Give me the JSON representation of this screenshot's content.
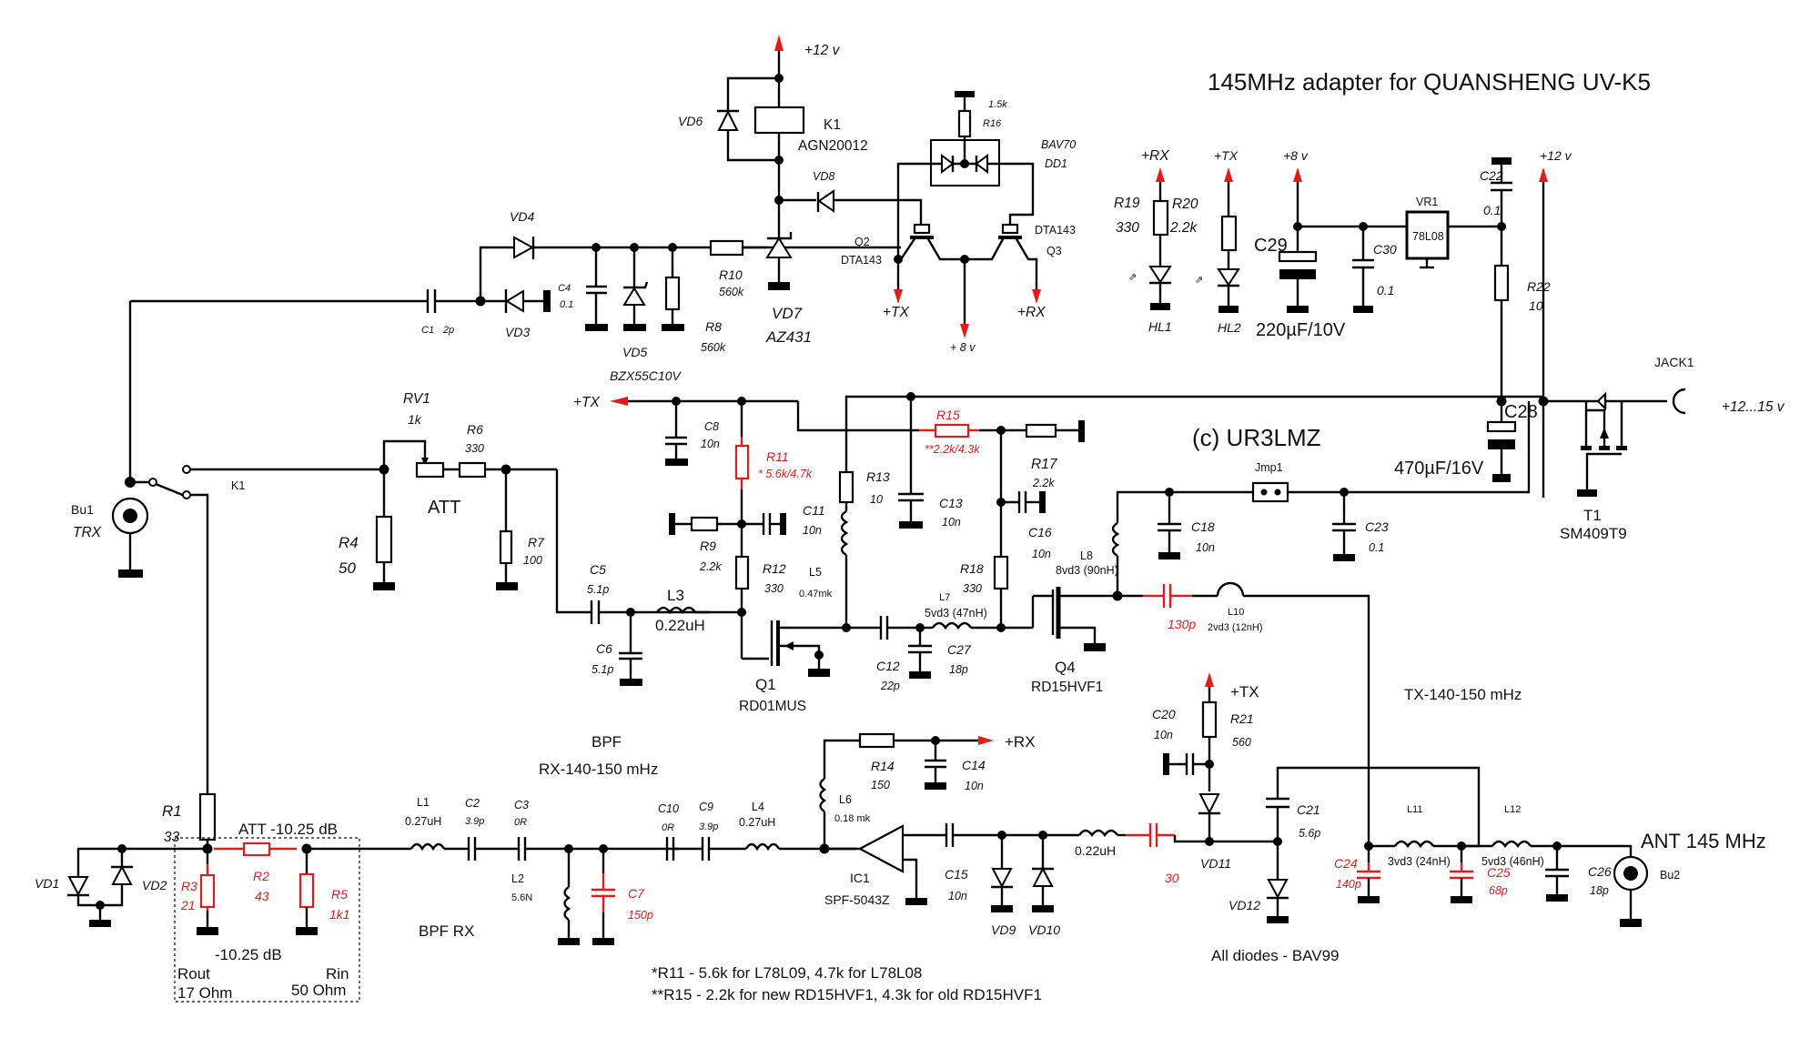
{
  "title": "145MHz adapter for QUANSHENG UV-K5",
  "author": "(c) UR3LMZ",
  "rails": {
    "v12_top": "+12 v",
    "v12_right": "+12 v",
    "v8_reg": "+8 v",
    "v8_switch": "+ 8 v",
    "tx": "+TX",
    "rx": "+RX",
    "jack_supply": "+12...15 v"
  },
  "sections": {
    "att": "ATT",
    "bpf": "BPF",
    "rx_band": "RX-140-150 mHz",
    "bpf_rx": "BPF RX",
    "tx_band": "TX-140-150 mHz",
    "ant": "ANT 145 MHz",
    "att_box_title": "ATT -10.25 dB",
    "att_box_db": "-10.25 dB",
    "rout": "Rout",
    "rout_val": "17 Ohm",
    "rin": "Rin",
    "rin_val": "50 Ohm",
    "diodes_note": "All diodes - BAV99"
  },
  "notes": [
    "*R11 - 5.6k for L78L09, 4.7k for L78L08",
    "**R15 - 2.2k for new RD15HVF1, 4.3k for old RD15HVF1"
  ],
  "components": {
    "K1": {
      "ref": "K1",
      "value": "AGN20012",
      "contact_ref": "K1"
    },
    "VD6": {
      "ref": "VD6"
    },
    "VD8": {
      "ref": "VD8"
    },
    "VD7": {
      "ref": "VD7",
      "value": "AZ431"
    },
    "VD4": {
      "ref": "VD4"
    },
    "VD3": {
      "ref": "VD3"
    },
    "VD5": {
      "ref": "VD5",
      "value": "BZX55C10V"
    },
    "C1": {
      "ref": "C1",
      "value": "2p"
    },
    "C4": {
      "ref": "C4",
      "value": "0.1"
    },
    "R8": {
      "ref": "R8",
      "value": "560k"
    },
    "R10": {
      "ref": "R10",
      "value": "560k"
    },
    "R16": {
      "ref": "R16",
      "value": "1.5k"
    },
    "DD1": {
      "ref": "DD1",
      "value": "BAV70"
    },
    "Q2": {
      "ref": "Q2",
      "value": "DTA143"
    },
    "Q3": {
      "ref": "Q3",
      "value": "DTA143"
    },
    "R19": {
      "ref": "R19",
      "value": "330"
    },
    "R20": {
      "ref": "R20",
      "value": "2.2k"
    },
    "HL1": {
      "ref": "HL1"
    },
    "HL2": {
      "ref": "HL2"
    },
    "C29": {
      "ref": "C29",
      "value": "220µF/10V"
    },
    "C30": {
      "ref": "C30",
      "value": "0.1"
    },
    "VR1": {
      "ref": "VR1",
      "value": "78L08"
    },
    "C22": {
      "ref": "C22",
      "value": "0.1"
    },
    "R22": {
      "ref": "R22",
      "value": "10"
    },
    "C28": {
      "ref": "C28",
      "value": "470µF/16V"
    },
    "JACK1": {
      "ref": "JACK1"
    },
    "T1": {
      "ref": "T1",
      "value": "SM409T9"
    },
    "Bu1": {
      "ref": "Bu1",
      "value": "TRX"
    },
    "RV1": {
      "ref": "RV1",
      "value": "1k"
    },
    "R6": {
      "ref": "R6",
      "value": "330"
    },
    "R4": {
      "ref": "R4",
      "value": "50"
    },
    "R7": {
      "ref": "R7",
      "value": "100"
    },
    "C5": {
      "ref": "C5",
      "value": "5.1p"
    },
    "C6": {
      "ref": "C6",
      "value": "5.1p"
    },
    "L3": {
      "ref": "L3",
      "value": "0.22uH"
    },
    "C8": {
      "ref": "C8",
      "value": "10n"
    },
    "R11": {
      "ref": "R11",
      "value": "* 5.6k/4.7k"
    },
    "R9": {
      "ref": "R9",
      "value": "2.2k"
    },
    "C11": {
      "ref": "C11",
      "value": "10n"
    },
    "R12": {
      "ref": "R12",
      "value": "330"
    },
    "Q1": {
      "ref": "Q1",
      "value": "RD01MUS"
    },
    "R13": {
      "ref": "R13",
      "value": "10"
    },
    "L5": {
      "ref": "L5",
      "value": "0.47mk"
    },
    "C13": {
      "ref": "C13",
      "value": "10n"
    },
    "R15": {
      "ref": "R15",
      "value": "**2.2k/4.3k"
    },
    "R17": {
      "ref": "R17",
      "value": "2.2k"
    },
    "C16": {
      "ref": "C16",
      "value": "10n"
    },
    "R18": {
      "ref": "R18",
      "value": "330"
    },
    "C12": {
      "ref": "C12",
      "value": "22p"
    },
    "C27": {
      "ref": "C27",
      "value": "18p"
    },
    "L7": {
      "ref": "L7",
      "value": "5vd3 (47nH)"
    },
    "Q4": {
      "ref": "Q4",
      "value": "RD15HVF1"
    },
    "L8": {
      "ref": "L8",
      "value": "8vd3 (90nH)"
    },
    "C18": {
      "ref": "C18",
      "value": "10n"
    },
    "Jmp1": {
      "ref": "Jmp1"
    },
    "C23": {
      "ref": "C23",
      "value": "0.1"
    },
    "C19": {
      "value": "130p"
    },
    "L10": {
      "ref": "L10",
      "value": "2vd3 (12nH)"
    },
    "R1": {
      "ref": "R1",
      "value": "33"
    },
    "VD1": {
      "ref": "VD1"
    },
    "VD2": {
      "ref": "VD2"
    },
    "R3": {
      "ref": "R3",
      "value": "21"
    },
    "R2": {
      "ref": "R2",
      "value": "43"
    },
    "R5": {
      "ref": "R5",
      "value": "1k1"
    },
    "L1": {
      "ref": "L1",
      "value": "0.27uH"
    },
    "C2": {
      "ref": "C2",
      "value": "3.9p"
    },
    "C3": {
      "ref": "C3",
      "value": "0R"
    },
    "L2": {
      "ref": "L2",
      "value": "5.6N"
    },
    "C7": {
      "ref": "C7",
      "value": "150p"
    },
    "C10": {
      "ref": "C10",
      "value": "0R"
    },
    "C9": {
      "ref": "C9",
      "value": "3.9p"
    },
    "L4": {
      "ref": "L4",
      "value": "0.27uH"
    },
    "L6": {
      "ref": "L6",
      "value": "0.18 mk"
    },
    "R14": {
      "ref": "R14",
      "value": "150"
    },
    "C14": {
      "ref": "C14",
      "value": "10n"
    },
    "IC1": {
      "ref": "IC1",
      "value": "SPF-5043Z"
    },
    "C15": {
      "ref": "C15",
      "value": "10n"
    },
    "VD9": {
      "ref": "VD9"
    },
    "VD10": {
      "ref": "VD10"
    },
    "L9": {
      "value": "0.22uH"
    },
    "C17": {
      "value": "30"
    },
    "C20": {
      "ref": "C20",
      "value": "10n"
    },
    "R21": {
      "ref": "R21",
      "value": "560"
    },
    "VD11": {
      "ref": "VD11"
    },
    "VD12": {
      "ref": "VD12"
    },
    "C21": {
      "ref": "C21",
      "value": "5.6p"
    },
    "C24": {
      "ref": "C24",
      "value": "140p"
    },
    "L11": {
      "ref": "L11",
      "value": "3vd3 (24nH)"
    },
    "C25": {
      "ref": "C25",
      "value": "68p"
    },
    "L12": {
      "ref": "L12",
      "value": "5vd3 (46nH)"
    },
    "C26": {
      "ref": "C26",
      "value": "18p"
    },
    "Bu2": {
      "ref": "Bu2"
    }
  }
}
